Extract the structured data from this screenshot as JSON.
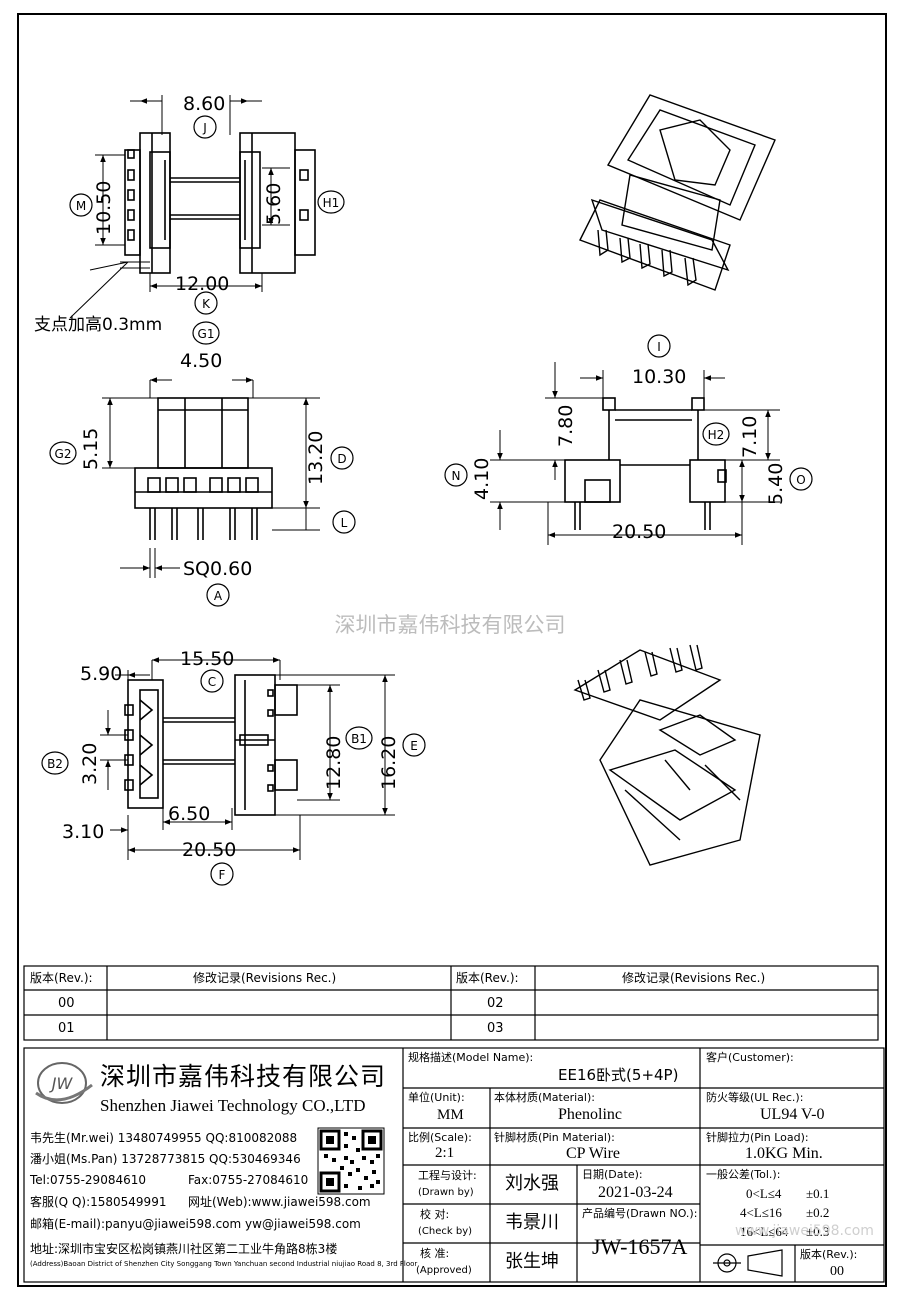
{
  "drawing": {
    "dims": {
      "j": "8.60",
      "m": "10.50",
      "h1": "5.60",
      "k": "12.00",
      "g1": "4.50",
      "g2": "5.15",
      "d": "13.20",
      "a": "SQ0.60",
      "i": "10.30",
      "n1": "7.80",
      "h2": "7.10",
      "n": "4.10",
      "o": "5.40",
      "i2": "20.50",
      "c1": "5.90",
      "c": "15.50",
      "b2": "3.20",
      "b1": "12.80",
      "e": "16.20",
      "f1": "6.50",
      "f2": "3.10",
      "f": "20.50"
    },
    "labels": {
      "J": "J",
      "M": "M",
      "H1": "H1",
      "K": "K",
      "G1": "G1",
      "G2": "G2",
      "D": "D",
      "L": "L",
      "A": "A",
      "I": "I",
      "H2": "H2",
      "N": "N",
      "O": "O",
      "C": "C",
      "B1": "B1",
      "B2": "B2",
      "E": "E",
      "F": "F"
    },
    "note": "支点加高0.3mm",
    "watermark": "深圳市嘉伟科技有限公司",
    "watermark2": "www.jiawei598.com"
  },
  "revisions": {
    "rev_header": "版本(Rev.):",
    "rec_header": "修改记录(Revisions Rec.)",
    "rows": [
      {
        "left_rev": "00",
        "left_rec": "",
        "right_rev": "02",
        "right_rec": ""
      },
      {
        "left_rev": "01",
        "left_rec": "",
        "right_rev": "03",
        "right_rec": ""
      }
    ]
  },
  "company": {
    "logo": "JW",
    "name_cn": "深圳市嘉伟科技有限公司",
    "name_en": "Shenzhen Jiawei Technology CO.,LTD",
    "contact1": "韦先生(Mr.wei) 13480749955 QQ:810082088",
    "contact2": "潘小姐(Ms.Pan) 13728773815 QQ:530469346",
    "tel": "Tel:0755-29084610",
    "fax": "Fax:0755-27084610",
    "qq": "客服(Q Q):1580549991",
    "web": "网址(Web):www.jiawei598.com",
    "email": "邮箱(E-mail):panyu@jiawei598.com  yw@jiawei598.com",
    "address_cn": "地址:深圳市宝安区松岗镇燕川社区第二工业牛角路8栋3楼",
    "address_en": "(Address)Baoan District of Shenzhen City Songgang Town Yanchuan  second Industrial niujiao Road 8, 3rd Floor"
  },
  "title_block": {
    "model_label": "规格描述(Model Name):",
    "model_value": "EE16卧式(5+4P)",
    "customer_label": "客户(Customer):",
    "customer_value": "",
    "unit_label": "单位(Unit):",
    "unit_value": "MM",
    "material_label": "本体材质(Material):",
    "material_value": "Phenolinc",
    "ul_label": "防火等级(UL Rec.):",
    "ul_value": "UL94 V-0",
    "scale_label": "比例(Scale):",
    "scale_value": "2:1",
    "pin_label": "针脚材质(Pin Material):",
    "pin_value": "CP Wire",
    "load_label": "针脚拉力(Pin Load):",
    "load_value": "1.0KG Min.",
    "drawn_label1": "工程与设计:",
    "drawn_label2": "(Drawn by)",
    "drawn_value": "刘水强",
    "date_label": "日期(Date):",
    "date_value": "2021-03-24",
    "check_label1": "校  对:",
    "check_label2": "(Check by)",
    "check_value": "韦景川",
    "drawn_no_label": "产品编号(Drawn NO.):",
    "drawn_no_value": "JW-1657A",
    "approved_label1": "核  准:",
    "approved_label2": "(Approved)",
    "approved_value": "张生坤",
    "tol_label": "一般公差(Tol.):",
    "tol_rows": [
      {
        "range": "0<L≤4",
        "value": "±0.1"
      },
      {
        "range": "4<L≤16",
        "value": "±0.2"
      },
      {
        "range": "16<L≤64",
        "value": "±0.3"
      }
    ],
    "rev_label": "版本(Rev.):",
    "rev_value": "00"
  }
}
